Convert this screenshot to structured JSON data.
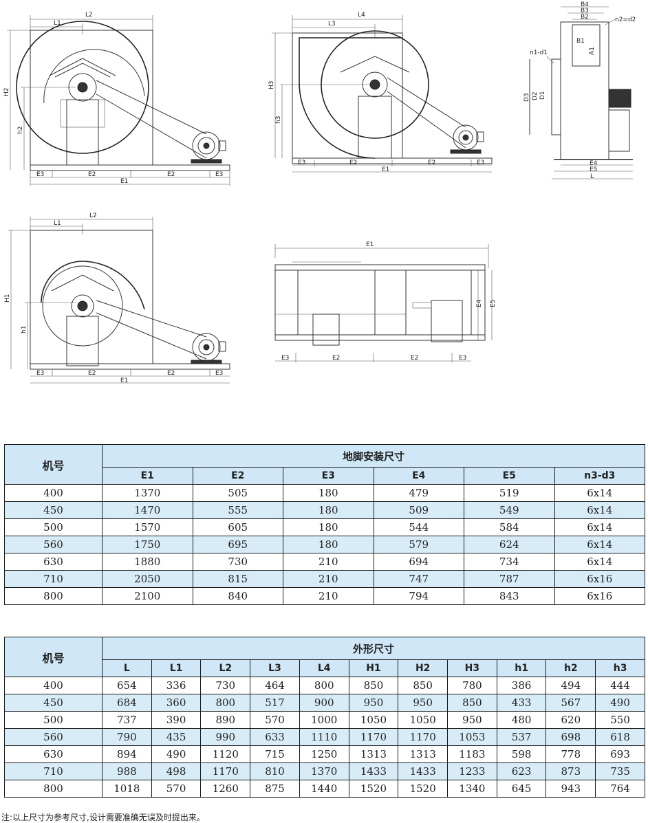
{
  "drawing_labels": {
    "fig1": {
      "L2": "L2",
      "L1": "L1",
      "H2": "H2",
      "h2": "h2",
      "E3a": "E3",
      "E2a": "E2",
      "E2b": "E2",
      "E3b": "E3",
      "E1": "E1"
    },
    "fig2": {
      "L4": "L4",
      "L3": "L3",
      "H3": "H3",
      "h3": "h3",
      "E3a": "E3",
      "E2a": "E2",
      "E2b": "E2",
      "E3b": "E3",
      "E1": "E1"
    },
    "fig3": {
      "B4": "B4",
      "B3": "B3",
      "B2": "B2",
      "B1": "B1",
      "n2d2": "n2=d2",
      "n1d1": "n1-d1",
      "A1": "A1",
      "D3": "D3",
      "D2": "D2",
      "D1": "D1",
      "E4": "E4",
      "E5": "E5",
      "L": "L"
    },
    "fig4": {
      "L2": "L2",
      "L1": "L1",
      "H1": "H1",
      "h1": "h1",
      "E3a": "E3",
      "E2a": "E2",
      "E2b": "E2",
      "E3b": "E3",
      "E1": "E1"
    },
    "fig5": {
      "E1": "E1",
      "E4": "E4",
      "E5": "E5",
      "E3a": "E3",
      "E2a": "E2",
      "E2b": "E2",
      "E3b": "E3"
    }
  },
  "table1": {
    "model_header": "机号",
    "group_header": "地脚安装尺寸",
    "columns": [
      "E1",
      "E2",
      "E3",
      "E4",
      "E5",
      "n3-d3"
    ],
    "rows": [
      {
        "model": "400",
        "values": [
          "1370",
          "505",
          "180",
          "479",
          "519",
          "6x14"
        ]
      },
      {
        "model": "450",
        "values": [
          "1470",
          "555",
          "180",
          "509",
          "549",
          "6x14"
        ]
      },
      {
        "model": "500",
        "values": [
          "1570",
          "605",
          "180",
          "544",
          "584",
          "6x14"
        ]
      },
      {
        "model": "560",
        "values": [
          "1750",
          "695",
          "180",
          "579",
          "624",
          "6x14"
        ]
      },
      {
        "model": "630",
        "values": [
          "1880",
          "730",
          "210",
          "694",
          "734",
          "6x14"
        ]
      },
      {
        "model": "710",
        "values": [
          "2050",
          "815",
          "210",
          "747",
          "787",
          "6x16"
        ]
      },
      {
        "model": "800",
        "values": [
          "2100",
          "840",
          "210",
          "794",
          "843",
          "6x16"
        ]
      }
    ]
  },
  "table2": {
    "model_header": "机号",
    "group_header": "外形尺寸",
    "columns": [
      "L",
      "L1",
      "L2",
      "L3",
      "L4",
      "H1",
      "H2",
      "H3",
      "h1",
      "h2",
      "h3"
    ],
    "rows": [
      {
        "model": "400",
        "values": [
          "654",
          "336",
          "730",
          "464",
          "800",
          "850",
          "850",
          "780",
          "386",
          "494",
          "444"
        ]
      },
      {
        "model": "450",
        "values": [
          "684",
          "360",
          "800",
          "517",
          "900",
          "950",
          "950",
          "850",
          "433",
          "567",
          "490"
        ]
      },
      {
        "model": "500",
        "values": [
          "737",
          "390",
          "890",
          "570",
          "1000",
          "1050",
          "1050",
          "950",
          "480",
          "620",
          "550"
        ]
      },
      {
        "model": "560",
        "values": [
          "790",
          "435",
          "990",
          "633",
          "1110",
          "1170",
          "1170",
          "1053",
          "537",
          "698",
          "618"
        ]
      },
      {
        "model": "630",
        "values": [
          "894",
          "490",
          "1120",
          "715",
          "1250",
          "1313",
          "1313",
          "1183",
          "598",
          "778",
          "693"
        ]
      },
      {
        "model": "710",
        "values": [
          "988",
          "498",
          "1170",
          "810",
          "1370",
          "1433",
          "1433",
          "1233",
          "623",
          "873",
          "735"
        ]
      },
      {
        "model": "800",
        "values": [
          "1018",
          "570",
          "1260",
          "875",
          "1440",
          "1520",
          "1520",
          "1340",
          "645",
          "943",
          "764"
        ]
      }
    ]
  },
  "colors": {
    "header_bg": "#cfe7f6",
    "band_bg": "#d8ecf8",
    "border": "#1a1a1a"
  },
  "footnote": "注:以上尺寸为参考尺寸,设计需要准确无误及时提出来。"
}
